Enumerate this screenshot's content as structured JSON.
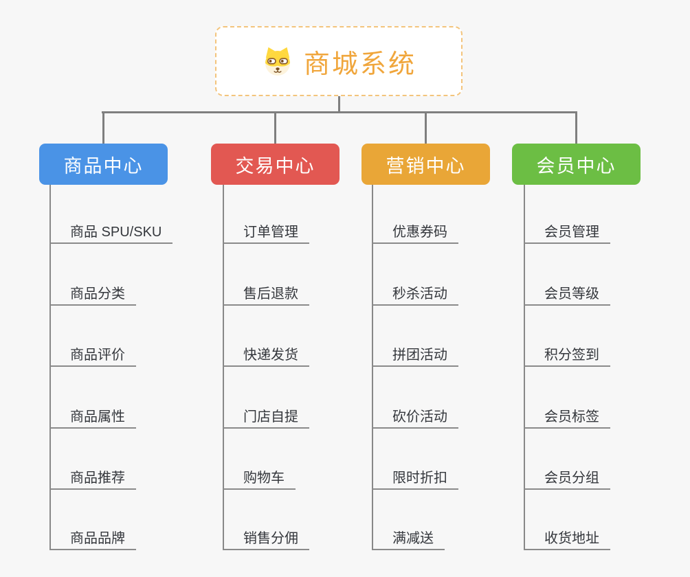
{
  "root": {
    "title": "商城系统",
    "icon": "dog-face-icon"
  },
  "branches": [
    {
      "label": "商品中心",
      "color": "#4a93e6",
      "leaves": [
        "商品 SPU/SKU",
        "商品分类",
        "商品评价",
        "商品属性",
        "商品推荐",
        "商品品牌"
      ]
    },
    {
      "label": "交易中心",
      "color": "#e25852",
      "leaves": [
        "订单管理",
        "售后退款",
        "快递发货",
        "门店自提",
        "购物车",
        "销售分佣"
      ]
    },
    {
      "label": "营销中心",
      "color": "#e9a637",
      "leaves": [
        "优惠券码",
        "秒杀活动",
        "拼团活动",
        "砍价活动",
        "限时折扣",
        "满减送"
      ]
    },
    {
      "label": "会员中心",
      "color": "#6cbe44",
      "leaves": [
        "会员管理",
        "会员等级",
        "积分签到",
        "会员标签",
        "会员分组",
        "收货地址"
      ]
    }
  ],
  "colors": {
    "background": "#f7f7f7",
    "root_text": "#f0a63c",
    "root_border": "#f3c47c",
    "connector": "#7f7f7f",
    "leaf_underline": "#8a8a8a",
    "leaf_text": "#34373c"
  }
}
